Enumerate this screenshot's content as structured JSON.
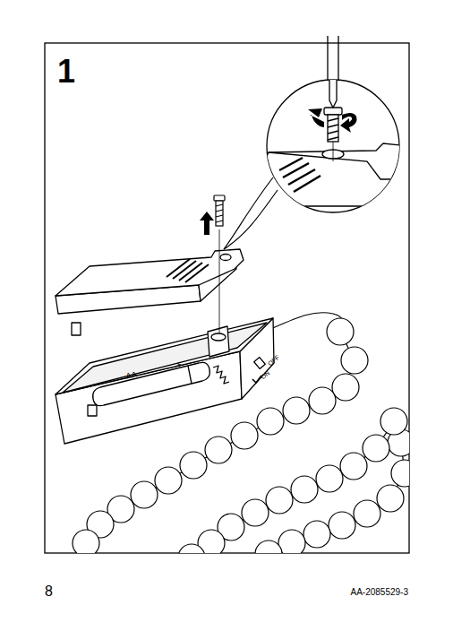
{
  "diagram": {
    "labels": [
      "1",
      "AA",
      "+",
      "ON",
      "OFF",
      "8",
      "AA-2085529-3"
    ]
  }
}
